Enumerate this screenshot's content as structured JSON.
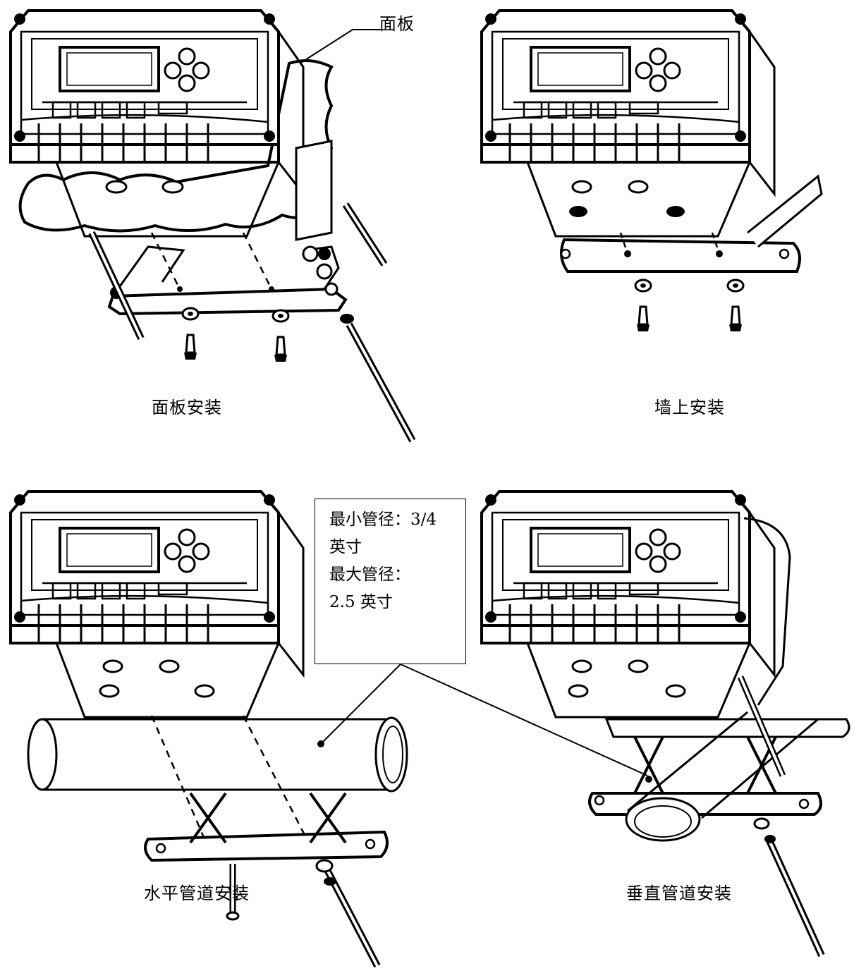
{
  "labels": {
    "panel_callout": "面板",
    "panel_mount": "面板安装",
    "wall_mount": "墙上安装",
    "horizontal_pipe_mount": "水平管道安装",
    "vertical_pipe_mount": "垂直管道安装"
  },
  "note": {
    "line1": "最小管径：3/4",
    "line2": "英寸",
    "line3": "最大管径：",
    "line4": "2.5 英寸"
  }
}
